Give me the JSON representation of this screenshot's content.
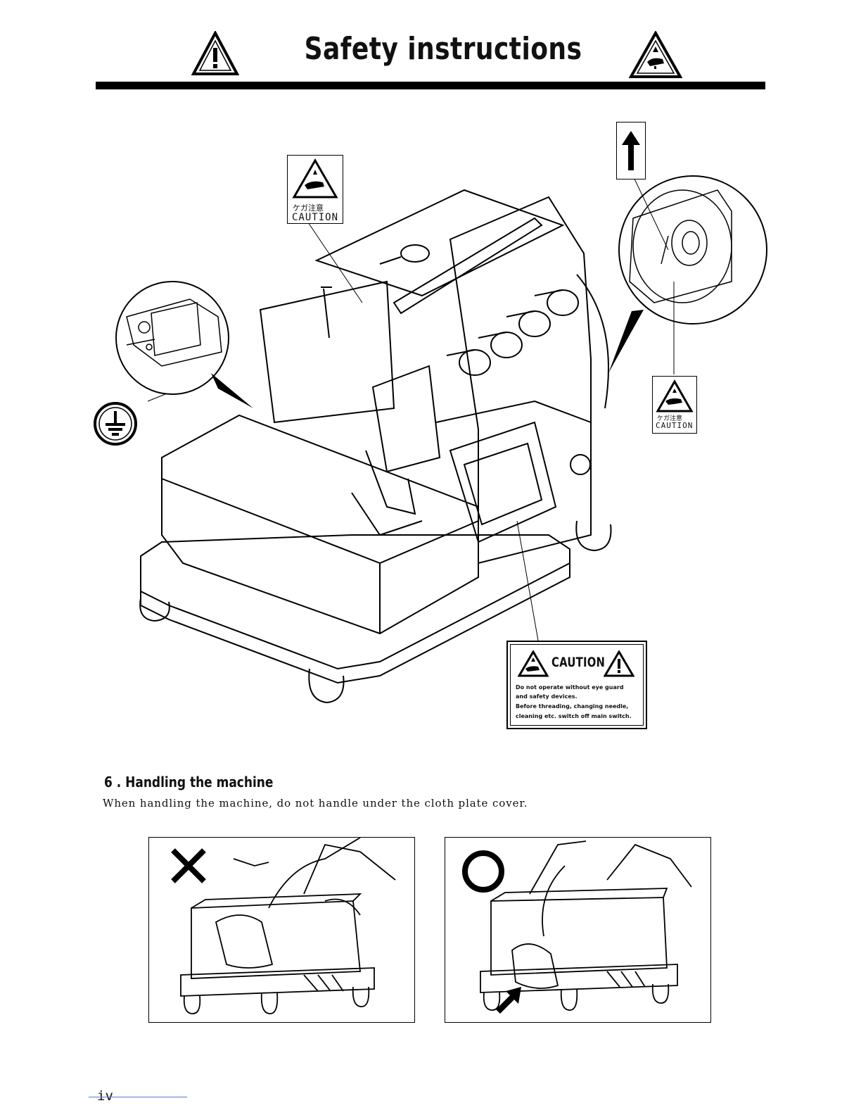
{
  "header": {
    "title": "Safety instructions"
  },
  "labels": {
    "upper_left": {
      "jp": "ケガ注意",
      "caution": "CAUTION"
    },
    "right": {
      "jp": "ケガ注意",
      "caution": "CAUTION"
    },
    "main_caution": {
      "title": "CAUTION",
      "lines": [
        "Do not operate without eye guard",
        "and safety devices.",
        "Before threading, changing needle,",
        "cleaning etc. switch off main switch."
      ]
    }
  },
  "section": {
    "heading": "6 . Handling the machine",
    "body": "When handling the machine, do not handle under the cloth plate cover."
  },
  "footer": {
    "page_number": "iv"
  },
  "icons": [
    "warning-triangle-icon",
    "hand-injury-triangle-icon",
    "ground-symbol-icon",
    "up-arrow-icon",
    "wrong-x-icon",
    "correct-circle-icon",
    "pointer-arrow-icon"
  ]
}
